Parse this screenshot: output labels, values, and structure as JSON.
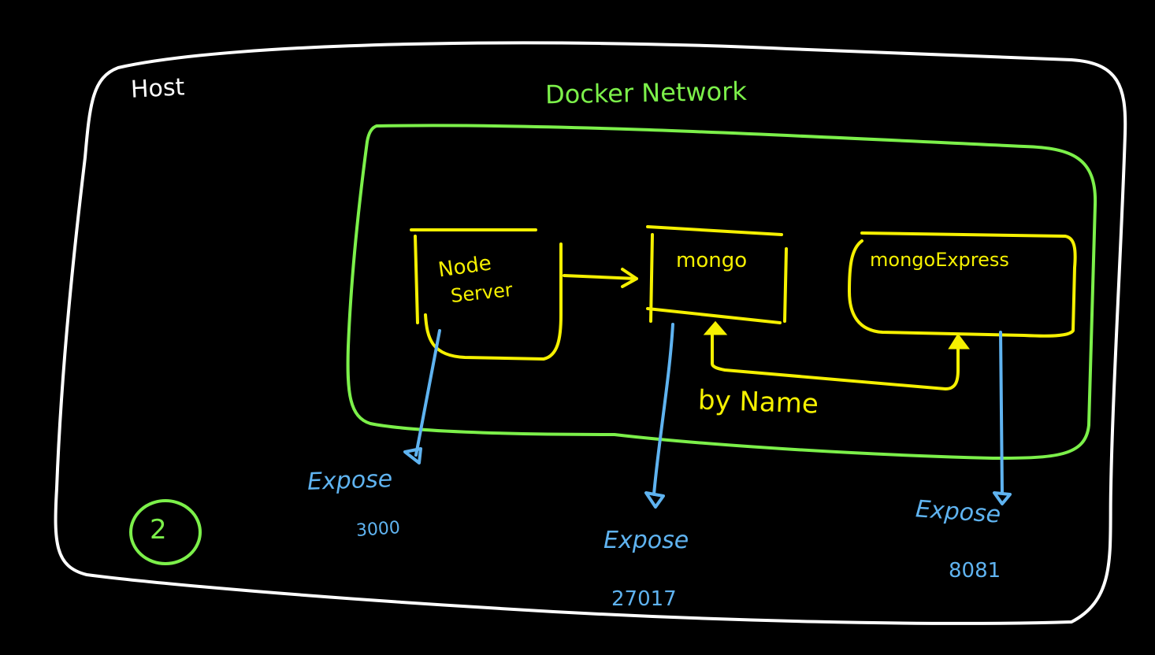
{
  "colors": {
    "background": "#000000",
    "host": "#ffffff",
    "network": "#7cf04a",
    "container": "#f5f000",
    "port": "#5fb3f0"
  },
  "host": {
    "label": "Host"
  },
  "network": {
    "label": "Docker Network"
  },
  "containers": {
    "node_line1": "Node",
    "node_line2": "Server",
    "mongo": "mongo",
    "mongo_express": "mongoExpress"
  },
  "connection": {
    "label": "by Name"
  },
  "ports": [
    {
      "expose_label": "Expose",
      "port": "3000"
    },
    {
      "expose_label": "Expose",
      "port": "27017"
    },
    {
      "expose_label": "Expose",
      "port": "8081"
    }
  ],
  "step": {
    "number": "2"
  }
}
